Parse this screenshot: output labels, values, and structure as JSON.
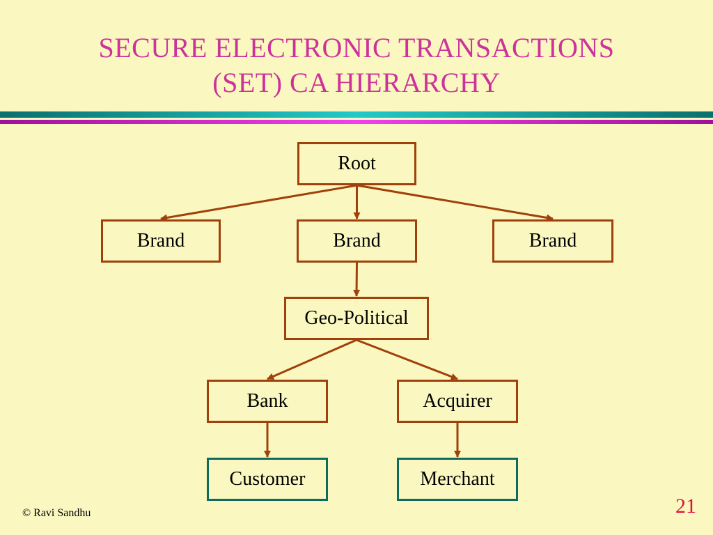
{
  "slide": {
    "title_line1": "SECURE ELECTRONIC TRANSACTIONS",
    "title_line2": "(SET) CA HIERARCHY",
    "footer": "© Ravi Sandhu",
    "page_number": "21"
  },
  "diagram": {
    "nodes": {
      "root": "Root",
      "brand_left": "Brand",
      "brand_center": "Brand",
      "brand_right": "Brand",
      "geo_political": "Geo-Political",
      "bank": "Bank",
      "acquirer": "Acquirer",
      "customer": "Customer",
      "merchant": "Merchant"
    },
    "edges": [
      [
        "root",
        "brand_left"
      ],
      [
        "root",
        "brand_center"
      ],
      [
        "root",
        "brand_right"
      ],
      [
        "brand_center",
        "geo_political"
      ],
      [
        "geo_political",
        "bank"
      ],
      [
        "geo_political",
        "acquirer"
      ],
      [
        "bank",
        "customer"
      ],
      [
        "acquirer",
        "merchant"
      ]
    ],
    "colors": {
      "background": "#FAF8C0",
      "title": "#CC3399",
      "node_border": "#A0400A",
      "leaf_border": "#0E6B5E",
      "arrow": "#A0400A",
      "page_number": "#E0103C"
    }
  }
}
